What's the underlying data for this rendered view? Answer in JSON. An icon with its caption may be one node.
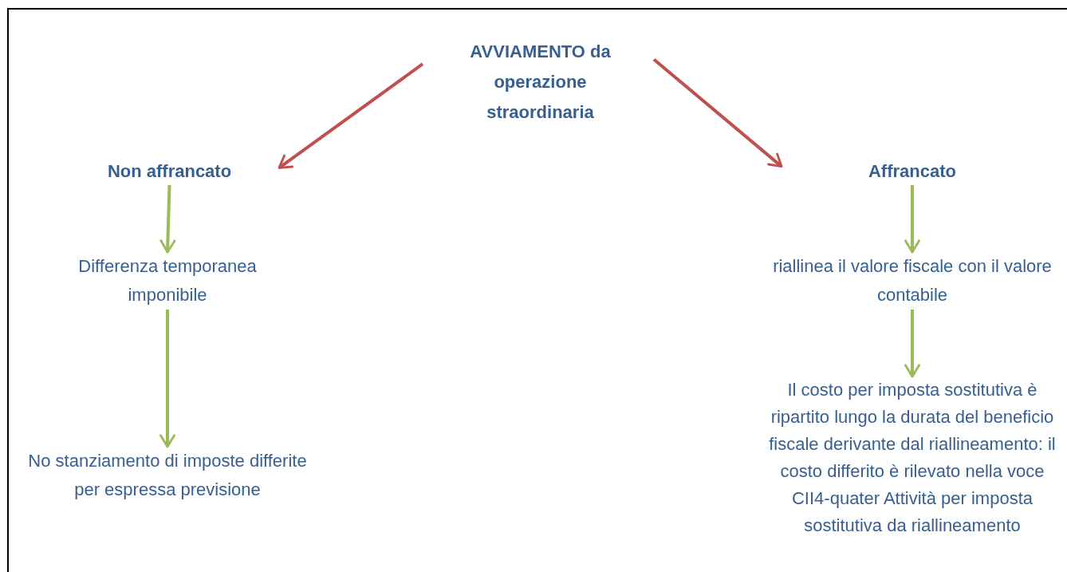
{
  "diagram": {
    "nodes": [
      {
        "text": [
          "AVVIAMENTO da operazione straordinaria"
        ]
      },
      {
        "text": [
          "Non affrancato"
        ]
      },
      {
        "text": [
          "Affrancato"
        ]
      },
      {
        "text": [
          "Differenza temporanea imponibile"
        ]
      },
      {
        "text": [
          "No stanziamento di imposte differite per espressa previsione"
        ]
      },
      {
        "text": [
          "riallinea il valore fiscale con il valore contabile"
        ]
      },
      {
        "text": [
          "Il costo per imposta sostitutiva è ripartito lungo la durata del beneficio fiscale derivante dal riallineamento: il costo differito è rilevato nella voce CII4-quater Attività per imposta sostitutiva da riallineamento"
        ]
      }
    ],
    "edges": [
      {
        "from": 0,
        "to": 1,
        "arrow": "to",
        "color": "#c0504d"
      },
      {
        "from": 0,
        "to": 2,
        "arrow": "to",
        "color": "#c0504d"
      },
      {
        "from": 1,
        "to": 3,
        "arrow": "to"
      },
      {
        "from": 3,
        "to": 4,
        "arrow": "to"
      },
      {
        "from": 2,
        "to": 5,
        "arrow": "to"
      },
      {
        "from": 5,
        "to": 6,
        "arrow": "to"
      }
    ]
  }
}
